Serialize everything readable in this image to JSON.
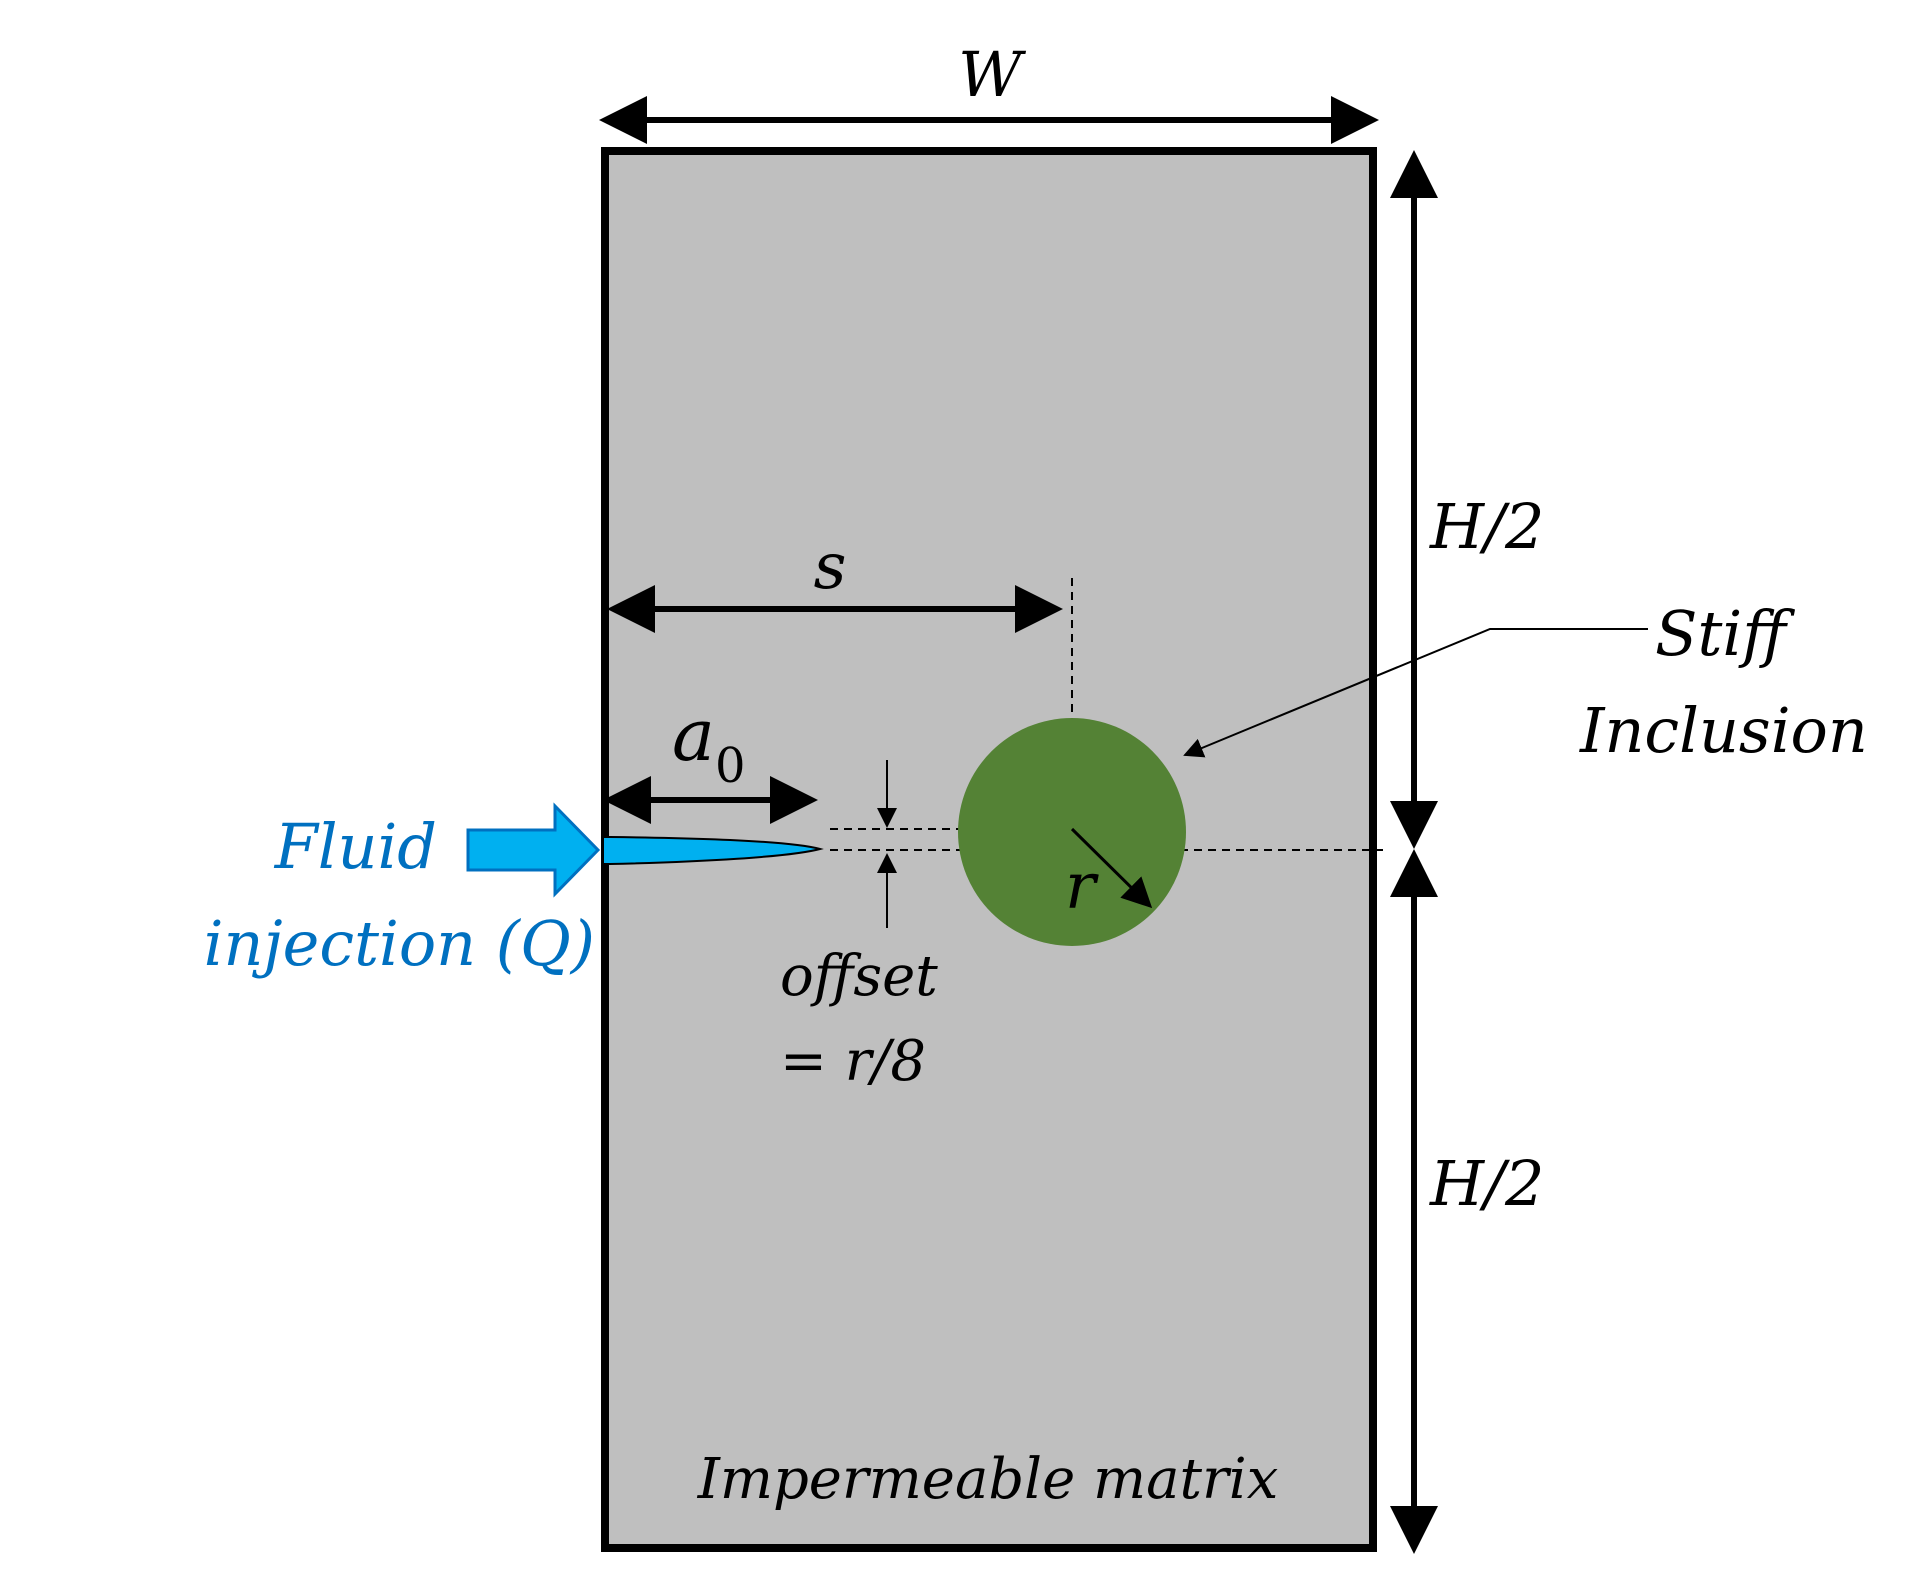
{
  "labels": {
    "width": "W",
    "half_height_top": "H/2",
    "half_height_bottom": "H/2",
    "spacing": "s",
    "crack_length_base": "a",
    "crack_length_sub": "0",
    "radius": "r",
    "offset_line1": "offset",
    "offset_line2": "= r/8",
    "fluid_line1": "Fluid",
    "fluid_line2": "injection (Q)",
    "inclusion_line1": "Stiff",
    "inclusion_line2": "Inclusion",
    "matrix": "Impermeable matrix"
  },
  "colors": {
    "matrix_fill": "#bfbfbf",
    "inclusion_fill": "#548235",
    "fluid": "#0070c0",
    "fluid_arrow": "#00b0f0",
    "ink": "#000000"
  }
}
